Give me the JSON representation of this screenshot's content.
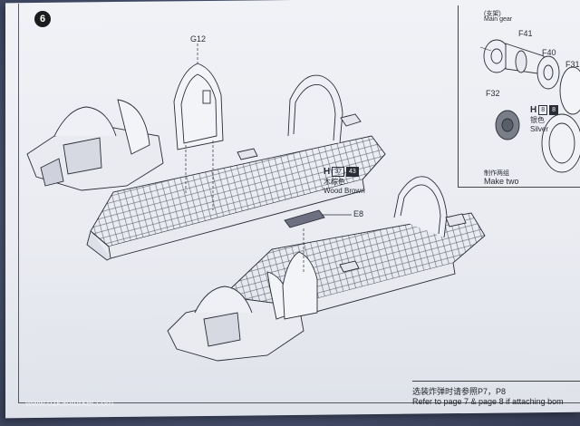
{
  "step": {
    "number": "6"
  },
  "callouts": {
    "g12": "G12",
    "e8": "E8"
  },
  "paint_wood_brown": {
    "letter": "H",
    "code1": "37",
    "code2": "43",
    "name_cn": "木棕色",
    "name_en": "Wood Brown"
  },
  "inset": {
    "title_cn": "(支架)",
    "title_en": "Main gear",
    "parts": {
      "f41": "F41",
      "f40": "F40",
      "f31": "F31",
      "f32": "F32"
    },
    "paint_silver": {
      "letter": "H",
      "code1": "8",
      "code2": "8",
      "name_cn": "银色",
      "name_en": "Silver"
    },
    "make_cn": "制作两组",
    "make_en": "Make two"
  },
  "note": {
    "cn": "选装炸弹时请参照P7，P8",
    "en": "Refer to page 7 & page 8 if attaching bom"
  },
  "watermark": "www.ozkanturker.com",
  "colors": {
    "paper": "#eceef3",
    "line": "#2a2d36",
    "background": "#47506a"
  }
}
